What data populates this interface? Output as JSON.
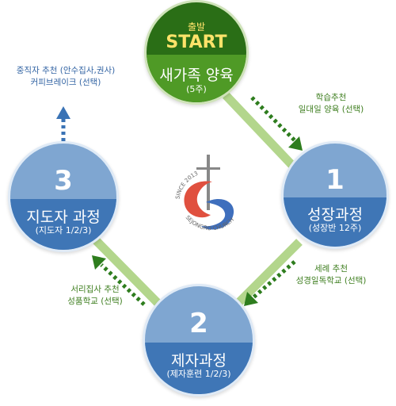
{
  "start": {
    "small_label": "출발",
    "big_label": "START",
    "title": "새가족 양육",
    "sub": "(5주)"
  },
  "nodes": [
    {
      "number": "1",
      "title": "성장과정",
      "sub": "(성장반 12주)"
    },
    {
      "number": "2",
      "title": "제자과정",
      "sub": "(제자훈련 1/2/3)"
    },
    {
      "number": "3",
      "title": "지도자 과정",
      "sub": "(지도자 1/2/3)"
    }
  ],
  "notes": {
    "start_to_1": [
      "학습추천",
      "일대일 양육 (선택)"
    ],
    "n1_to_2": [
      "세례 추천",
      "성경일독학교 (선택)"
    ],
    "n2_to_3": [
      "서리집사 추천",
      "성품학교 (선택)"
    ],
    "n3_next": [
      "중직자 추천 (안수집사,권사)",
      "커피브레이크 (선택)"
    ]
  },
  "logo": {
    "text_top": "SINCE 2013",
    "text_bottom": "SEJONGRO CHURCH"
  },
  "colors": {
    "start_dark": "#2a6e16",
    "start_light": "#4f9a26",
    "start_text": "#ffe36a",
    "node_light": "#7fa6d1",
    "node_dark": "#3f76b6",
    "connector": "#b3d68c",
    "arrow_green": "#2e7d1e",
    "arrow_blue": "#3a73b5",
    "logo_red": "#e0503f",
    "logo_blue": "#3f6fbd"
  }
}
